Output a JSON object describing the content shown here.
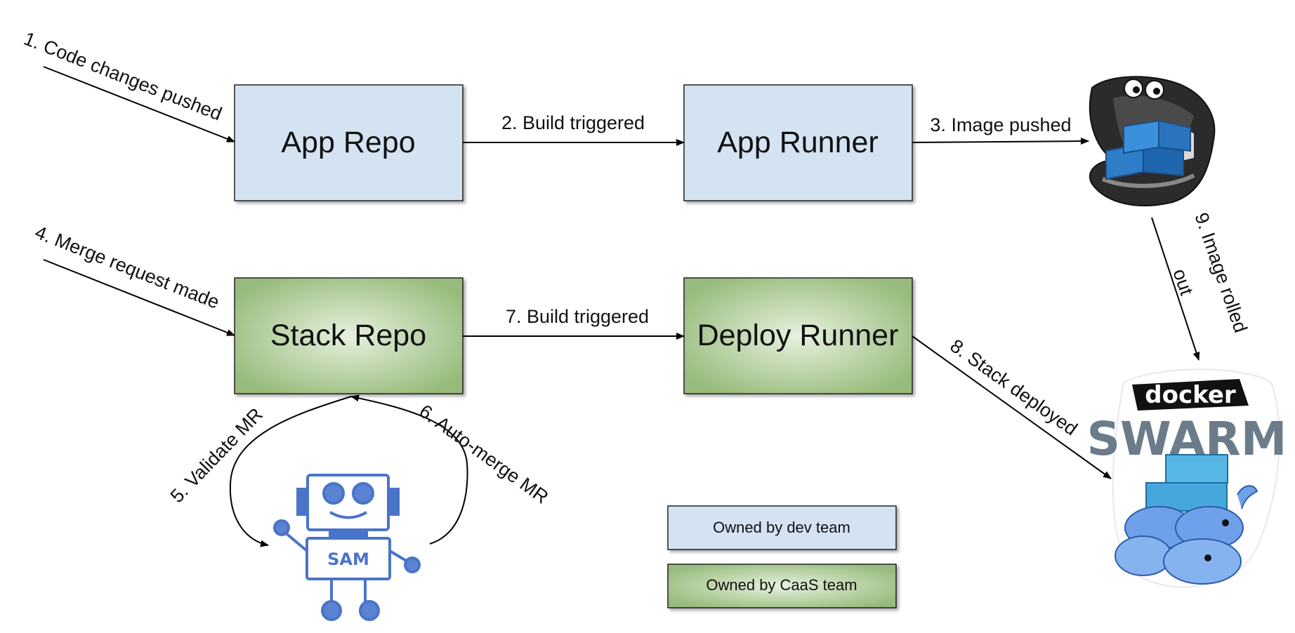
{
  "nodes": {
    "app_repo": "App Repo",
    "app_runner": "App Runner",
    "stack_repo": "Stack Repo",
    "deploy_runner": "Deploy Runner"
  },
  "edges": {
    "e1": "1. Code changes pushed",
    "e2": "2. Build triggered",
    "e3": "3. Image pushed",
    "e4": "4. Merge request made",
    "e5": "5. Validate MR",
    "e6": "6. Auto-merge MR",
    "e7": "7. Build triggered",
    "e8": "8. Stack deployed",
    "e9_line1": "9. Image rolled",
    "e9_line2": "out"
  },
  "robot": {
    "label": "SAM"
  },
  "swarm_logo": {
    "docker": "docker",
    "swarm": "SWARM"
  },
  "legend": {
    "dev": "Owned by dev team",
    "caas": "Owned by CaaS team"
  },
  "colors": {
    "dev_fill": "#d4e3f2",
    "caas_fill_center": "#e4f0dc",
    "caas_fill_edge": "#98bc7c",
    "robot": "#4a74c9"
  }
}
